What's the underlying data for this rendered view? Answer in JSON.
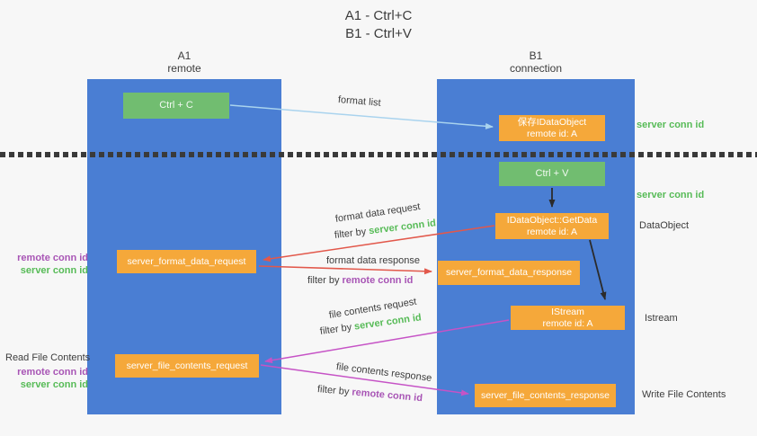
{
  "title": {
    "line1": "A1 - Ctrl+C",
    "line2": "B1 - Ctrl+V"
  },
  "lanes": {
    "a": {
      "name": "A1",
      "subtitle": "remote"
    },
    "b": {
      "name": "B1",
      "subtitle": "connection"
    }
  },
  "nodes": {
    "ctrl_c": {
      "label": "Ctrl + C"
    },
    "ctrl_v": {
      "label": "Ctrl + V"
    },
    "save_idataobject": {
      "line1": "保存IDataObject",
      "line2": "remote id: A"
    },
    "getdata": {
      "line1": "IDataObject::GetData",
      "line2": "remote id: A"
    },
    "istream": {
      "line1": "IStream",
      "line2": "remote id: A"
    },
    "format_request": {
      "label": "server_format_data_request"
    },
    "format_response": {
      "label": "server_format_data_response"
    },
    "file_request": {
      "label": "server_file_contents_request"
    },
    "file_response": {
      "label": "server_file_contents_response"
    }
  },
  "arrow_labels": {
    "format_list": "format list",
    "format_data_request": "format data request",
    "format_data_response": "format data response",
    "file_contents_request": "file contents request",
    "file_contents_response": "file contents response",
    "filter_by": "filter by ",
    "server_conn_id": "server conn id",
    "remote_conn_id": "remote conn id"
  },
  "side_labels": {
    "server_conn_id": "server conn id",
    "remote_conn_id": "remote conn id",
    "data_object": "DataObject",
    "istream": "Istream",
    "read_file_contents": "Read File Contents",
    "write_file_contents": "Write File Contents"
  },
  "colors": {
    "background": "#f7f7f7",
    "lane_blue": "#4a7ed3",
    "box_green": "#71bd70",
    "box_orange": "#f5a83a",
    "arrow_light_blue": "#a9d3ee",
    "arrow_red": "#e2584b",
    "arrow_magenta": "#c653c6",
    "arrow_black": "#2b2b2b",
    "text_green": "#57bb57",
    "text_purple": "#a855b5",
    "text_dark": "#3d3d3d"
  }
}
